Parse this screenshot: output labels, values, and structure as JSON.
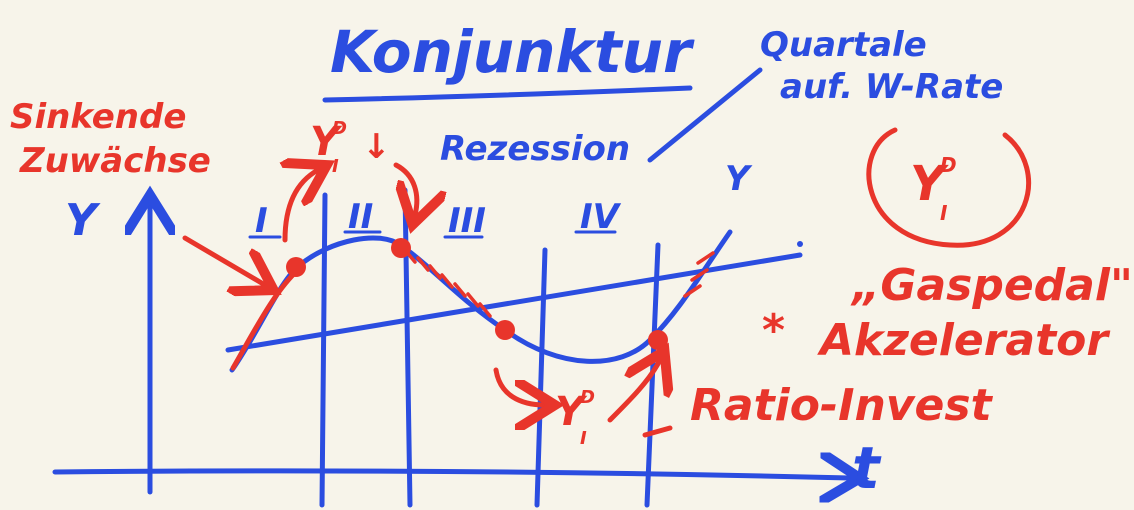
{
  "title": "Konjunktur",
  "note_quarterly": [
    "Quartale",
    "auf. W-Rate"
  ],
  "recession_label": "Rezession",
  "left_note": [
    "Sinkende",
    "Zuwächse"
  ],
  "y_axis_label": "Y",
  "t_axis_label": "t",
  "curve_label": "Y",
  "phases": [
    "I",
    "II",
    "III",
    "IV"
  ],
  "formula_top": {
    "main": "Y",
    "sup": "D",
    "sub": "I",
    "arrow": "↓"
  },
  "formula_bottom": {
    "main": "Y",
    "sup": "D",
    "sub": "I"
  },
  "formula_circle": {
    "main": "Y",
    "sup": "D",
    "sub": "I"
  },
  "gas_pedal": "„Gaspedal\"",
  "accelerator": "Akzelerator",
  "star": "*",
  "ratio_invest": "Ratio-Invest",
  "colors": {
    "blue": "#2b4de0",
    "red": "#e8352b",
    "background": "#f7f4ea"
  }
}
